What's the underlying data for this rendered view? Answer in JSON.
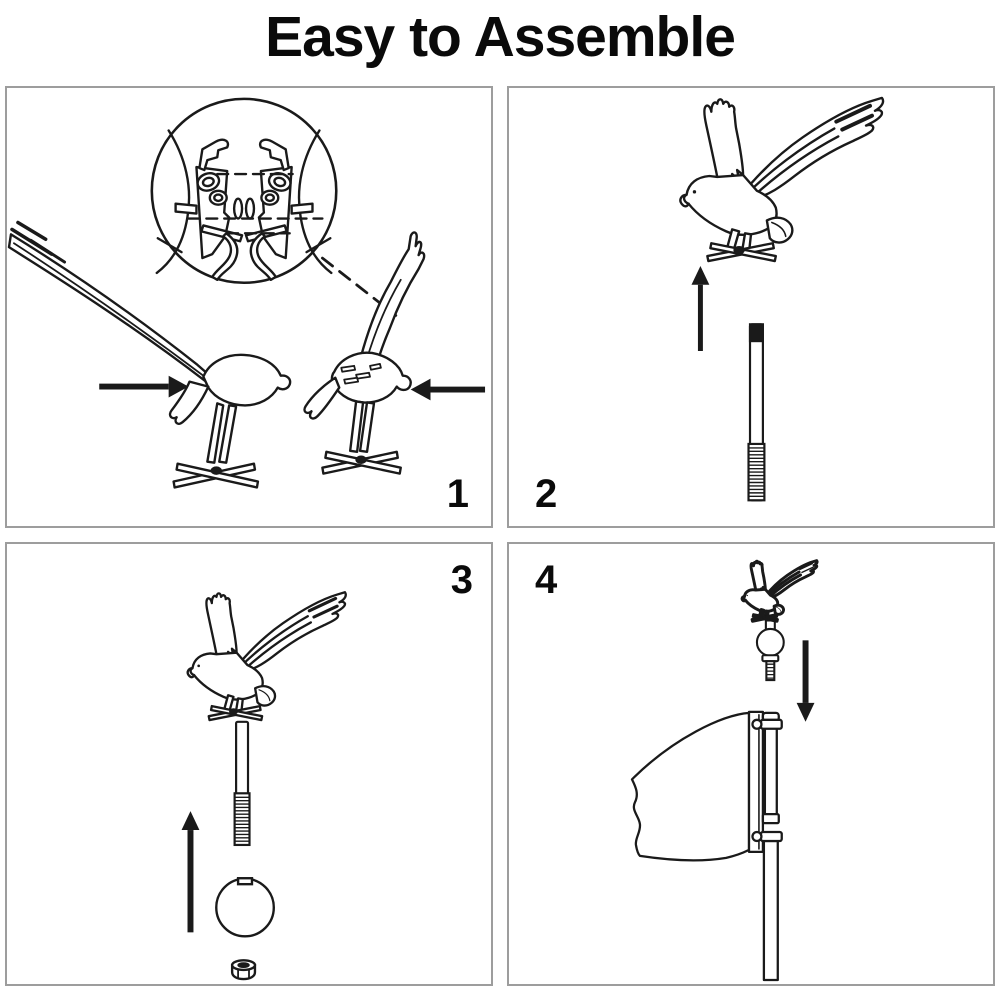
{
  "title": "Easy to Assemble",
  "colors": {
    "line": "#1a1a1a",
    "panel_border": "#9d9d9d",
    "background": "#ffffff"
  },
  "steps": [
    {
      "number": "1",
      "illustration": "eagle-body-halves-slot-together-with-magnified-joint"
    },
    {
      "number": "2",
      "illustration": "screw-threaded-rod-into-eagle"
    },
    {
      "number": "3",
      "illustration": "slide-ball-ornament-and-nut-onto-rod"
    },
    {
      "number": "4",
      "illustration": "mount-eagle-topper-onto-flagpole"
    }
  ]
}
